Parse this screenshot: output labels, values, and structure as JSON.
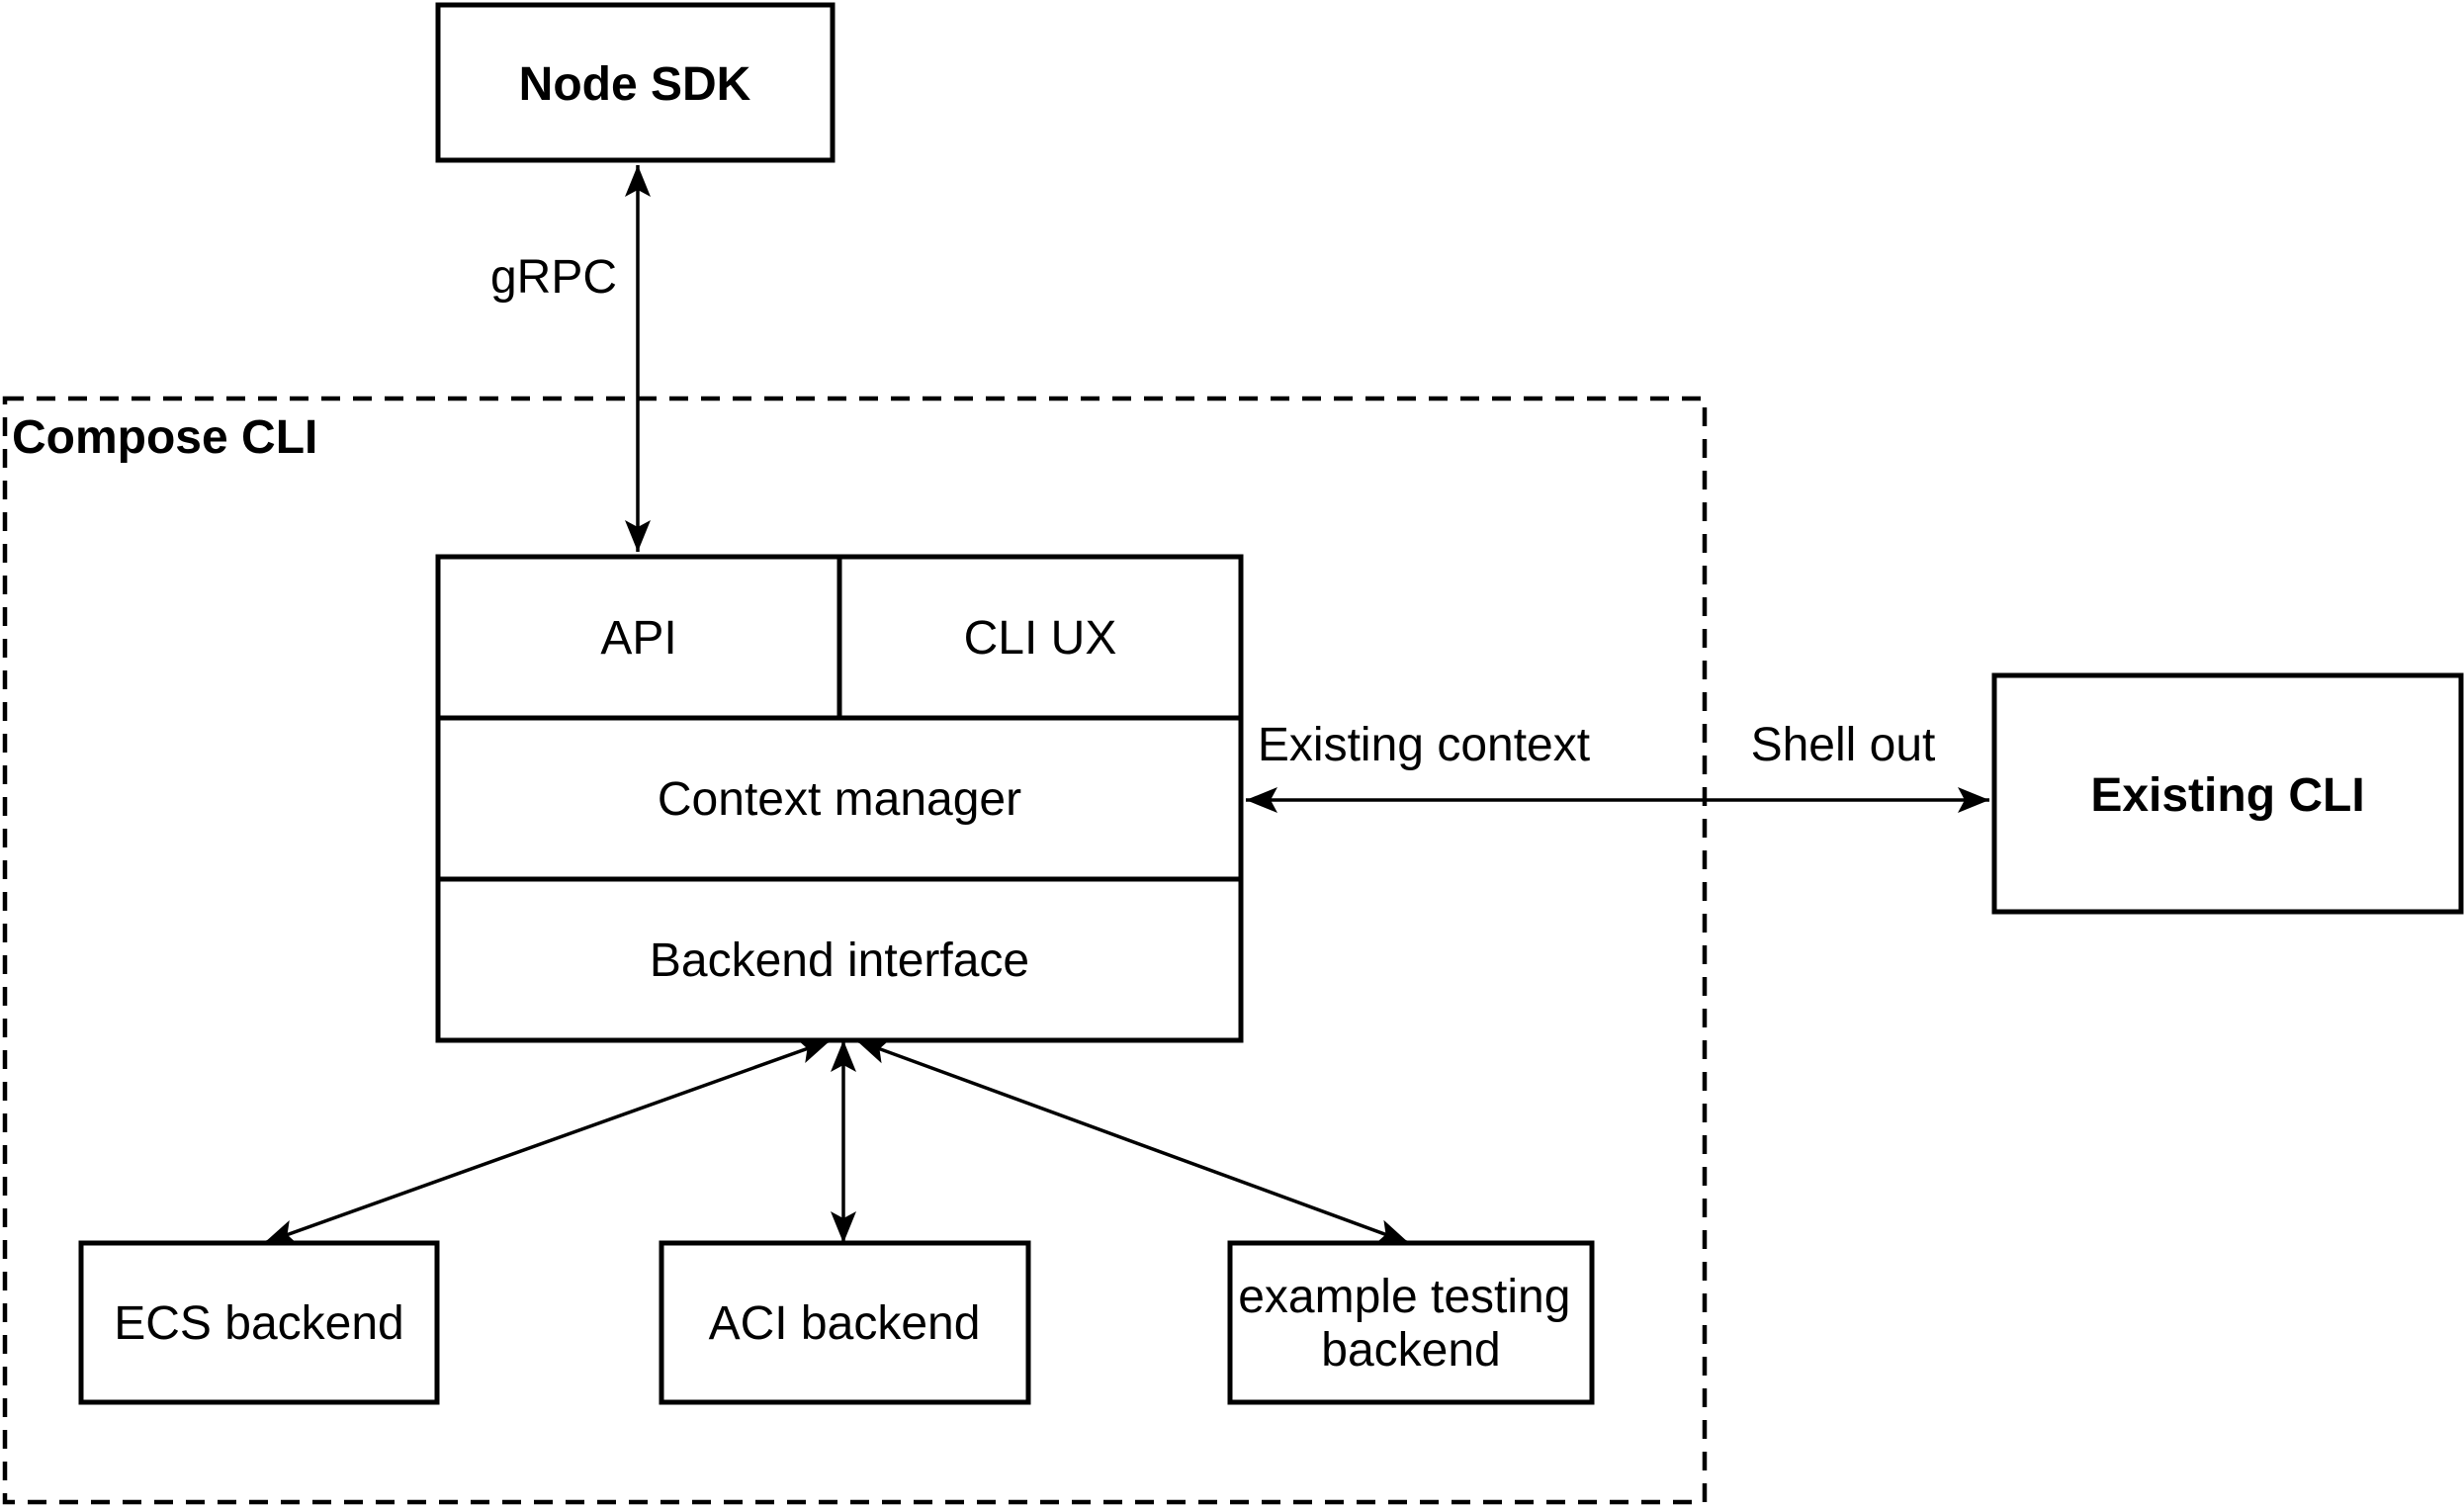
{
  "diagram": {
    "colors": {
      "stroke": "#000000",
      "background": "#ffffff"
    },
    "container": {
      "label": "Compose CLI"
    },
    "nodes": {
      "node_sdk": {
        "label": "Node SDK"
      },
      "api": {
        "label": "API"
      },
      "cli_ux": {
        "label": "CLI UX"
      },
      "context_manager": {
        "label": "Context manager"
      },
      "backend_interface": {
        "label": "Backend interface"
      },
      "existing_cli": {
        "label": "Existing CLI"
      },
      "ecs_backend": {
        "label": "ECS backend"
      },
      "aci_backend": {
        "label": "ACI backend"
      },
      "example_testing_backend": {
        "line1": "example testing",
        "line2": "backend"
      }
    },
    "edge_labels": {
      "grpc": "gRPC",
      "existing_context": "Existing context",
      "shell_out": "Shell out"
    }
  }
}
